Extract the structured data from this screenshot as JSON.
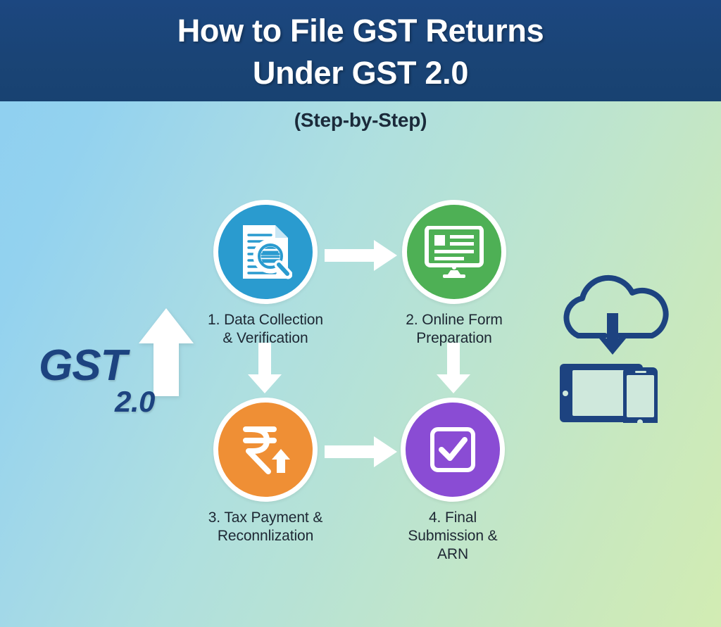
{
  "header": {
    "title_line1": "How to File GST Returns",
    "title_line2": "Under GST 2.0",
    "band_color": "#1a4476",
    "title_color": "#ffffff"
  },
  "subtitle": "(Step-by-Step)",
  "background": {
    "gradient_from": "#8ecff0",
    "gradient_to": "#d2ecb3"
  },
  "logo": {
    "word": "GST",
    "version": "2.0",
    "color": "#1d4380",
    "arrow_icon": "up-arrow-icon",
    "arrow_color": "#ffffff"
  },
  "steps": [
    {
      "id": "step-1",
      "number": "1.",
      "label_line1": "1. Data Collection",
      "label_line2": "& Verification",
      "icon": "document-magnifier-icon",
      "circle_color": "#2a9bcf",
      "ring_color": "#ffffff"
    },
    {
      "id": "step-2",
      "number": "2.",
      "label_line1": "2. Online Form",
      "label_line2": "Preparation",
      "icon": "monitor-form-icon",
      "circle_color": "#4eb055",
      "ring_color": "#ffffff"
    },
    {
      "id": "step-3",
      "number": "3.",
      "label_line1": "3. Tax Payment &",
      "label_line2": "Reconnlization",
      "icon": "rupee-up-arrow-icon",
      "circle_color": "#ef8f35",
      "ring_color": "#ffffff"
    },
    {
      "id": "step-4",
      "number": "4.",
      "label_line1": "4. Final",
      "label_line2": "Submission &",
      "label_line3": "ARN",
      "icon": "checkbox-check-icon",
      "circle_color": "#8a4cd4",
      "ring_color": "#ffffff"
    }
  ],
  "arrows": [
    {
      "name": "arrow-step1-to-step2",
      "direction": "right",
      "color": "#ffffff"
    },
    {
      "name": "arrow-step3-to-step4",
      "direction": "right",
      "color": "#ffffff"
    },
    {
      "name": "arrow-step1-to-step3",
      "direction": "down",
      "color": "#ffffff"
    },
    {
      "name": "arrow-step2-to-step4",
      "direction": "down",
      "color": "#ffffff"
    }
  ],
  "cloud_devices": {
    "icon": "cloud-download-devices-icon",
    "color": "#1d4380",
    "parts": [
      "cloud-icon",
      "down-arrow-icon",
      "tablet-icon",
      "smartphone-icon"
    ]
  }
}
